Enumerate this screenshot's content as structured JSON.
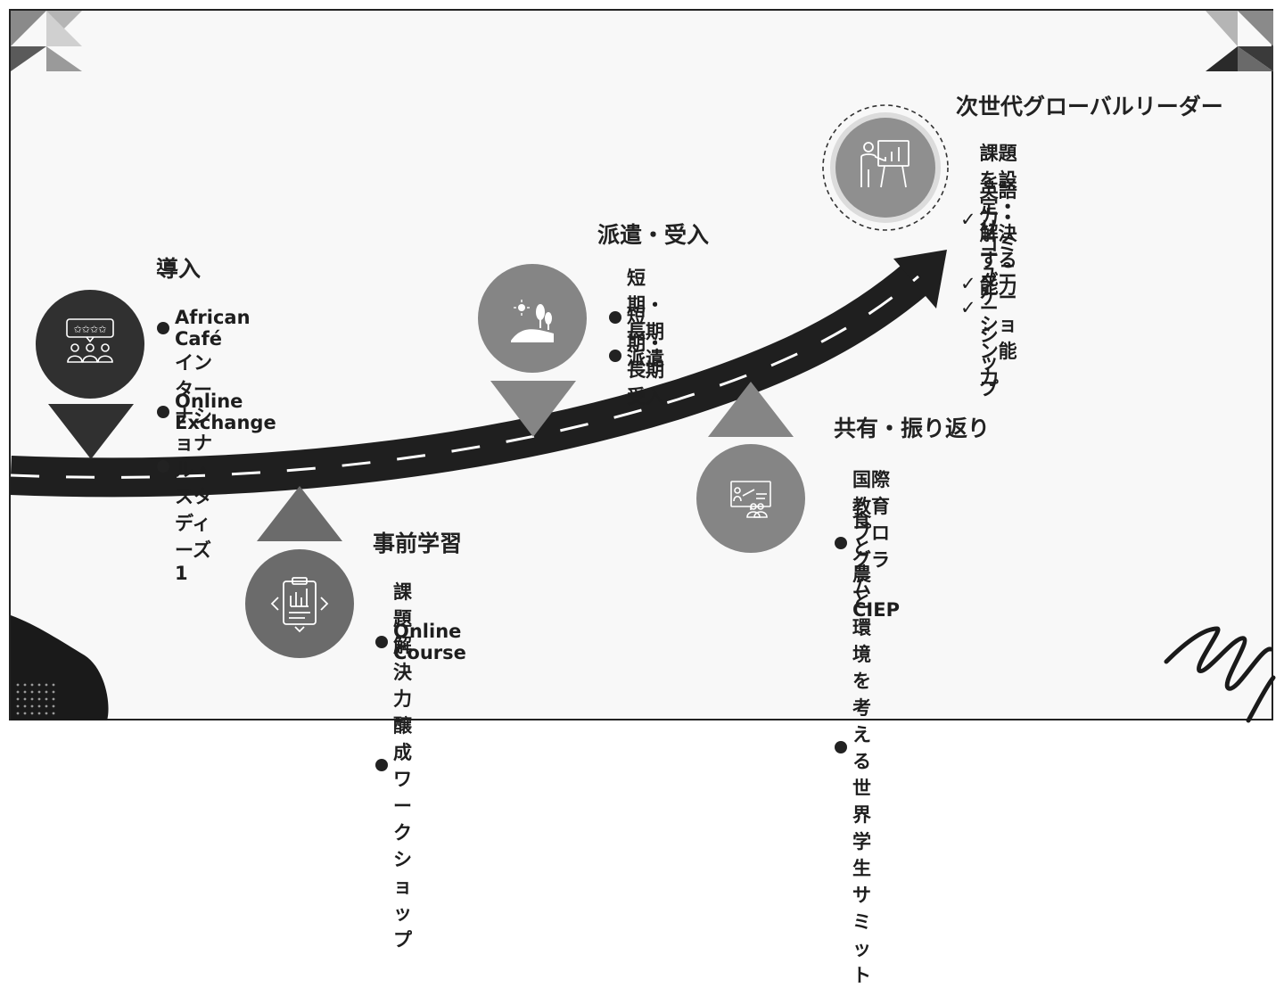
{
  "stages": [
    {
      "id": "intro",
      "heading": "導入",
      "icon": "rating-group-icon",
      "items": [
        "African Café",
        "インターナショナル・スタディーズ1",
        "Online Exchange"
      ]
    },
    {
      "id": "prestudy",
      "heading": "事前学習",
      "icon": "report-chart-icon",
      "items": [
        "課題解決力醸成ワークショップ",
        "Online Course"
      ]
    },
    {
      "id": "exchange",
      "heading": "派遣・受入",
      "icon": "landscape-icon",
      "items": [
        "短期・長期派遣",
        "短期・長期受入"
      ]
    },
    {
      "id": "reflection",
      "heading": "共有・振り返り",
      "icon": "presentation-audience-icon",
      "items": [
        "国際教育プログラムCIEP",
        "食と農と環境を考える世界学生サミット"
      ]
    }
  ],
  "goal": {
    "heading": "次世代グローバルリーダー",
    "icon": "presenter-icon",
    "check_mark": "✓",
    "items": [
      "課題を設定・解決する能力",
      "英語力・コミュニケーション能力",
      "リーダーシップ"
    ]
  },
  "colors": {
    "road": "#1f1f1f",
    "dark_circle": "#303030",
    "mid_circle": "#6b6b6b",
    "light_circle": "#858585",
    "goal_circle": "#8f8f8f",
    "background": "#f8f8f8"
  }
}
